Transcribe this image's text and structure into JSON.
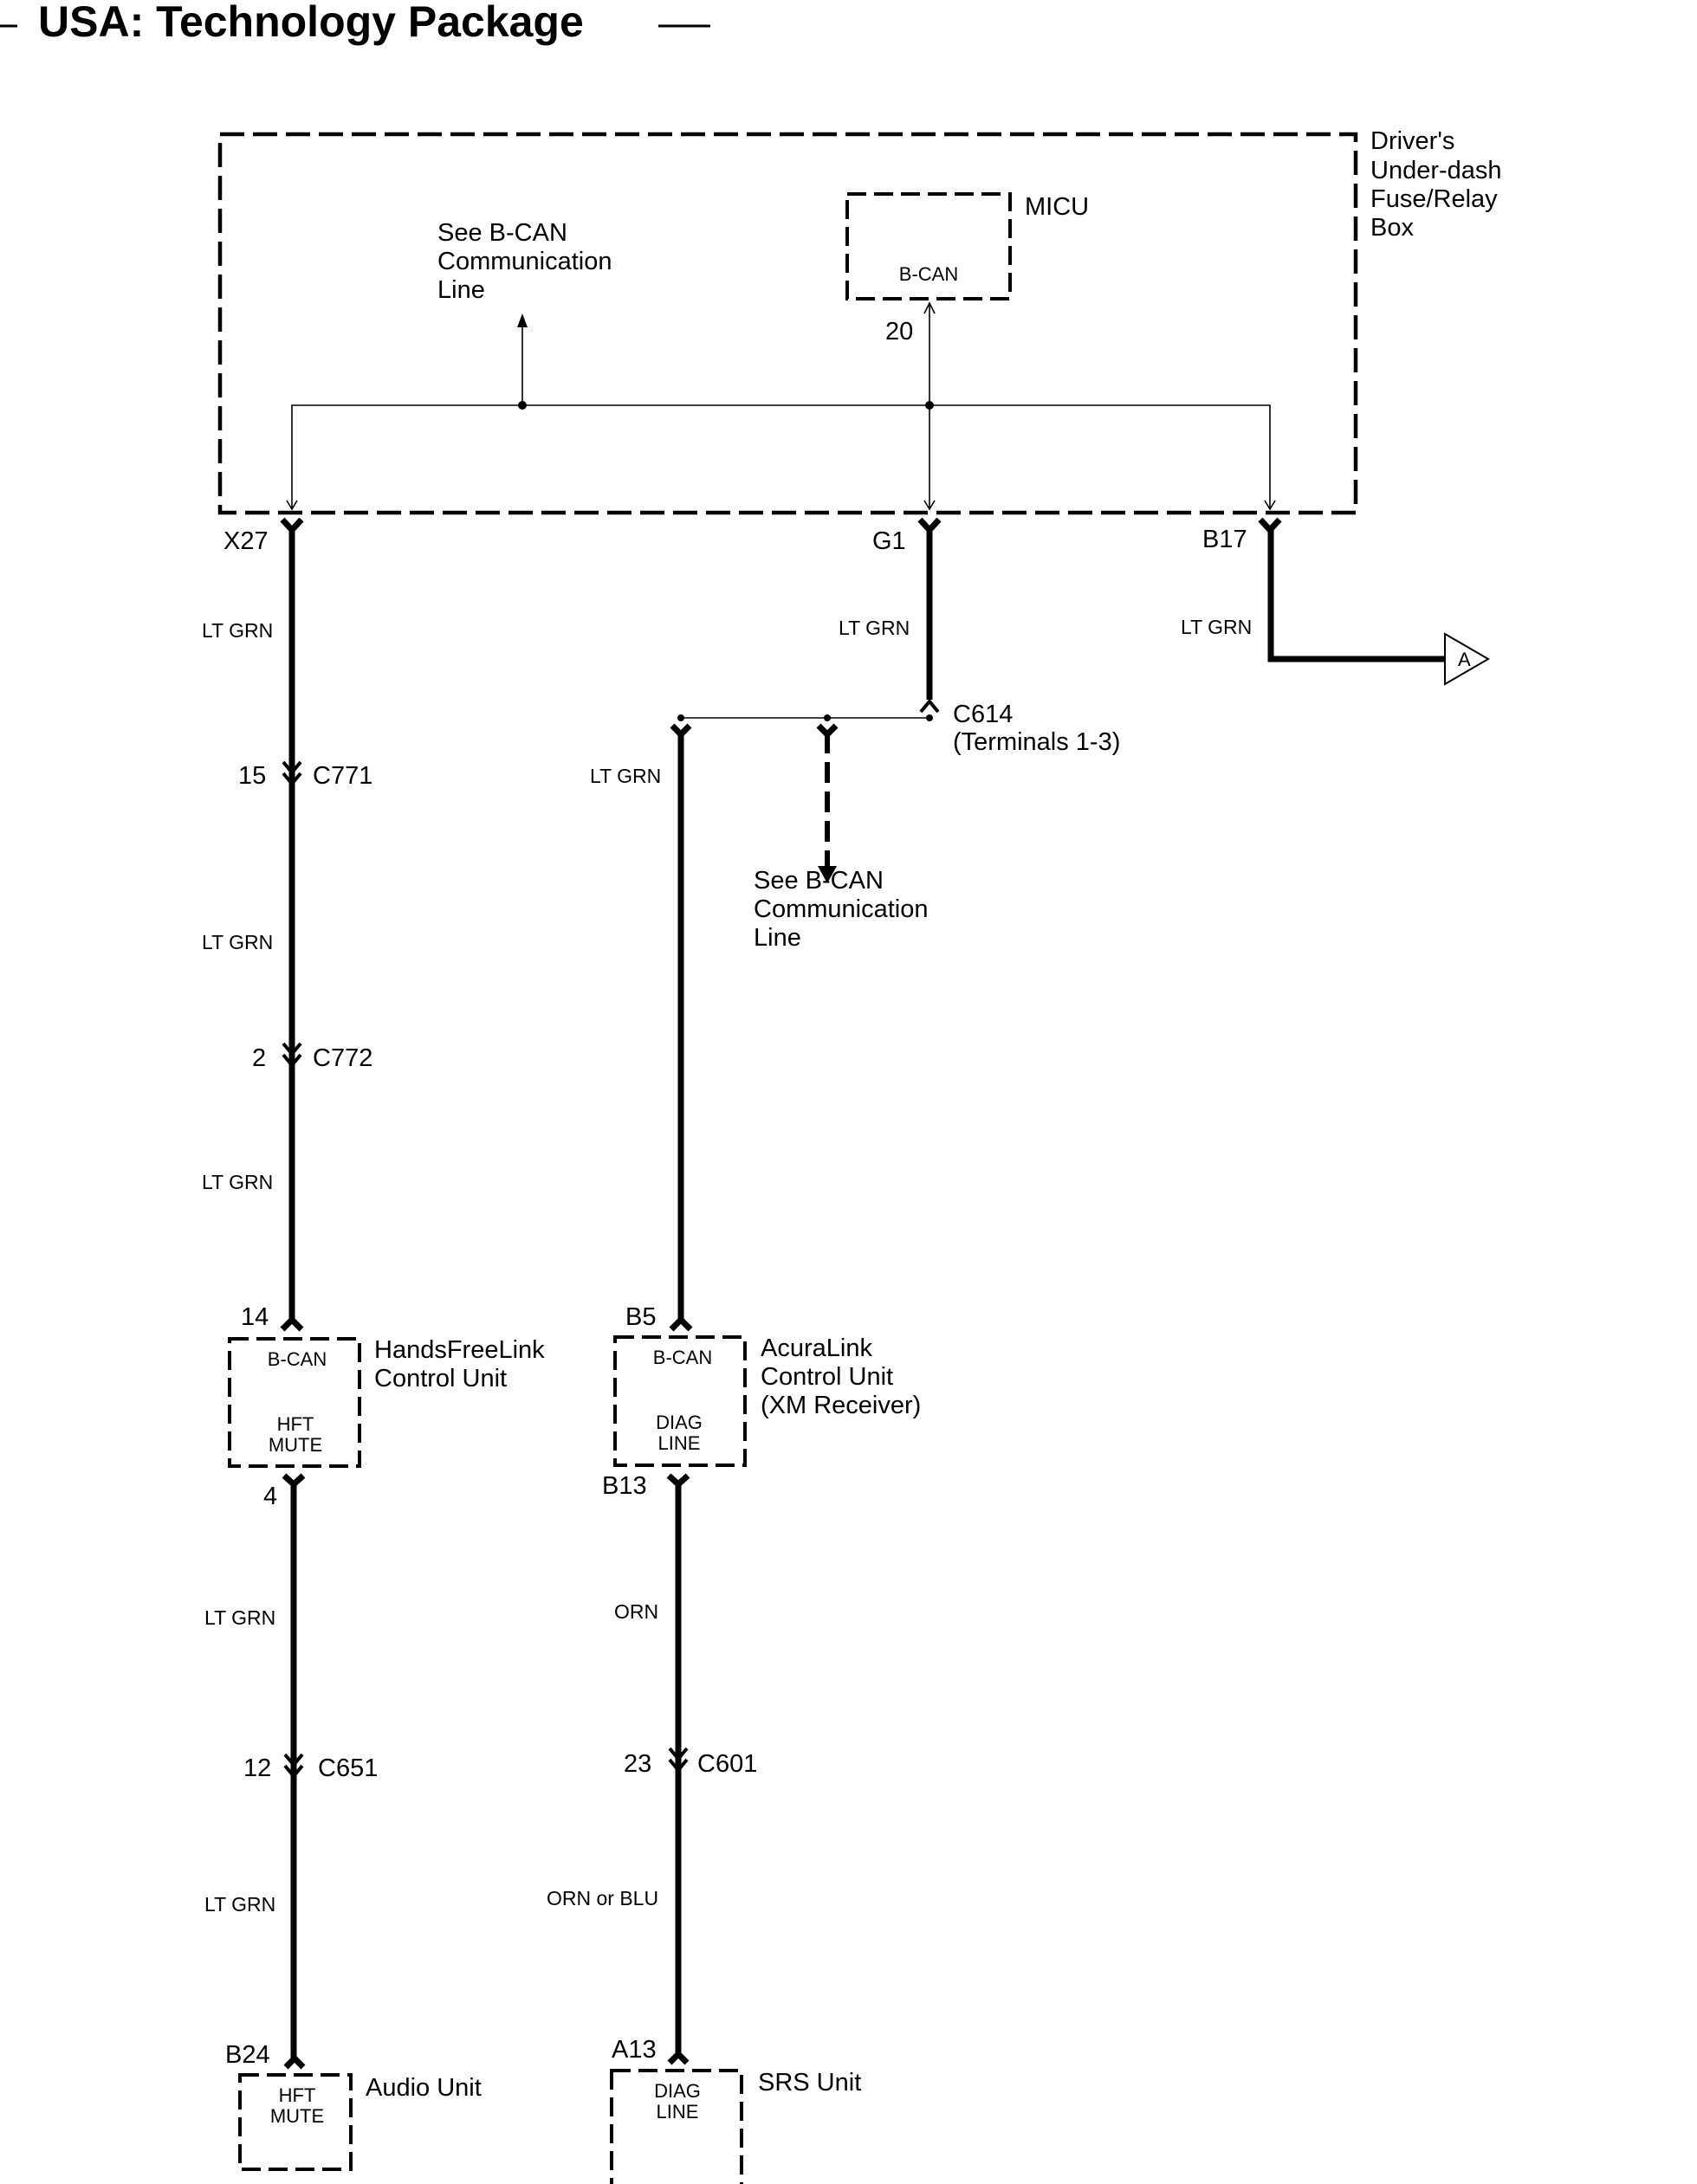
{
  "title": "USA: Technology Package",
  "fuse_box": {
    "label_lines": [
      "Driver's",
      "Under-dash",
      "Fuse/Relay",
      "Box"
    ],
    "see_bcan_lines": [
      "See B-CAN",
      "Communication",
      "Line"
    ]
  },
  "micu": {
    "label": "MICU",
    "inner": "B-CAN",
    "pin": "20"
  },
  "terminals": {
    "x27": "X27",
    "g1": "G1",
    "b17": "B17"
  },
  "wires": {
    "x27_top": "LT GRN",
    "x27_mid": "LT GRN",
    "x27_bot": "LT GRN",
    "g1": "LT GRN",
    "b17": "LT GRN",
    "acura_in": "LT GRN",
    "hfl_out_top": "LT GRN",
    "hfl_out_bot": "LT GRN",
    "acura_out_top": "ORN",
    "acura_out_bot": "ORN or BLU"
  },
  "connectors": {
    "c771": {
      "pin": "15",
      "name": "C771"
    },
    "c772": {
      "pin": "2",
      "name": "C772"
    },
    "c614": {
      "name": "C614",
      "sub": "(Terminals 1-3)"
    },
    "c651": {
      "pin": "12",
      "name": "C651"
    },
    "c601": {
      "pin": "23",
      "name": "C601"
    }
  },
  "see_bcan_lower_lines": [
    "See B-CAN",
    "Communication",
    "Line"
  ],
  "offpage_ref": "A",
  "hfl_unit": {
    "label_lines": [
      "HandsFreeLink",
      "Control Unit"
    ],
    "pin_in": "14",
    "pin_out": "4",
    "inner_top": "B-CAN",
    "inner_bot": [
      "HFT",
      "MUTE"
    ]
  },
  "acura_unit": {
    "label_lines": [
      "AcuraLink",
      "Control Unit",
      "(XM Receiver)"
    ],
    "pin_in": "B5",
    "pin_out": "B13",
    "inner_top": "B-CAN",
    "inner_bot": [
      "DIAG",
      "LINE"
    ]
  },
  "audio_unit": {
    "label": "Audio Unit",
    "pin_in": "B24",
    "inner": [
      "HFT",
      "MUTE"
    ]
  },
  "srs_unit": {
    "label": "SRS Unit",
    "pin_in": "A13",
    "inner": [
      "DIAG",
      "LINE"
    ]
  }
}
